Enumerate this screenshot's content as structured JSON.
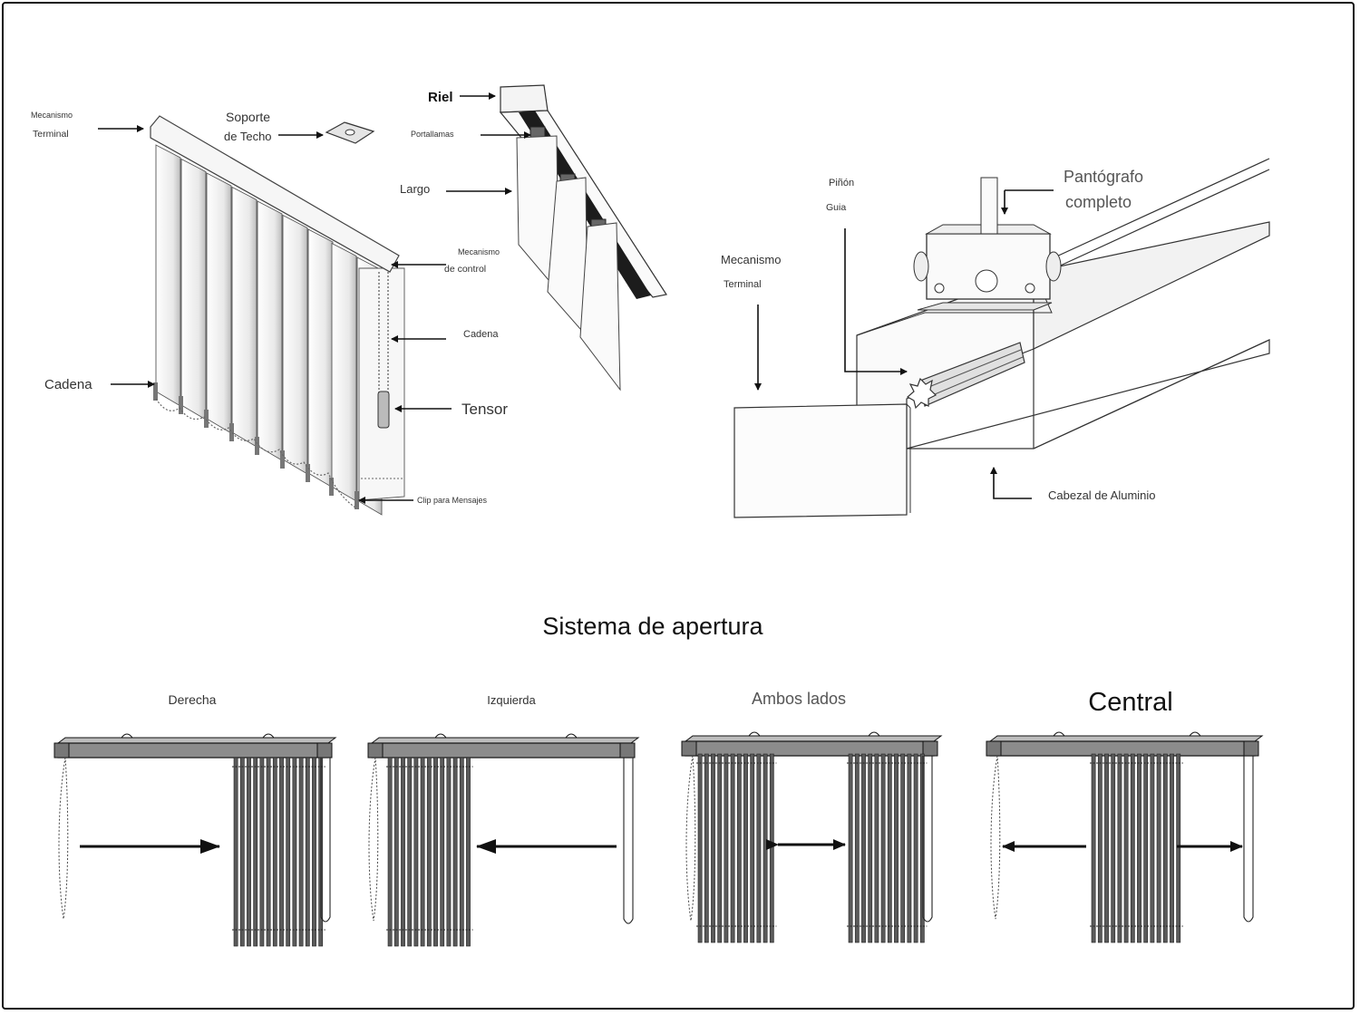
{
  "labels": {
    "mecanismo_terminal_1": "Mecanismo",
    "mecanismo_terminal_2": "Terminal",
    "soporte_techo_1": "Soporte",
    "soporte_techo_2": "de Techo",
    "cadena_left": "Cadena",
    "riel": "Riel",
    "portallamas": "Portallamas",
    "largo": "Largo",
    "mecanismo_control_1": "Mecanismo",
    "mecanismo_control_2": "de control",
    "cadena_right": "Cadena",
    "tensor": "Tensor",
    "clip_mensajes": "Clip para Mensajes",
    "pinon": "Piñón",
    "guia": "Guia",
    "pantografo_1": "Pantógrafo",
    "pantografo_2": "completo",
    "mecanismo_terminal_r1": "Mecanismo",
    "mecanismo_terminal_r2": "Terminal",
    "cabezal_aluminio": "Cabezal de Aluminio"
  },
  "section_title": "Sistema de apertura",
  "opening_types": [
    {
      "label": "Derecha"
    },
    {
      "label": "Izquierda"
    },
    {
      "label": "Ambos lados"
    },
    {
      "label": "Central"
    }
  ],
  "colors": {
    "line": "#111111",
    "rail": "#8c8c8c",
    "slat_dark": "#5a5a5a"
  }
}
